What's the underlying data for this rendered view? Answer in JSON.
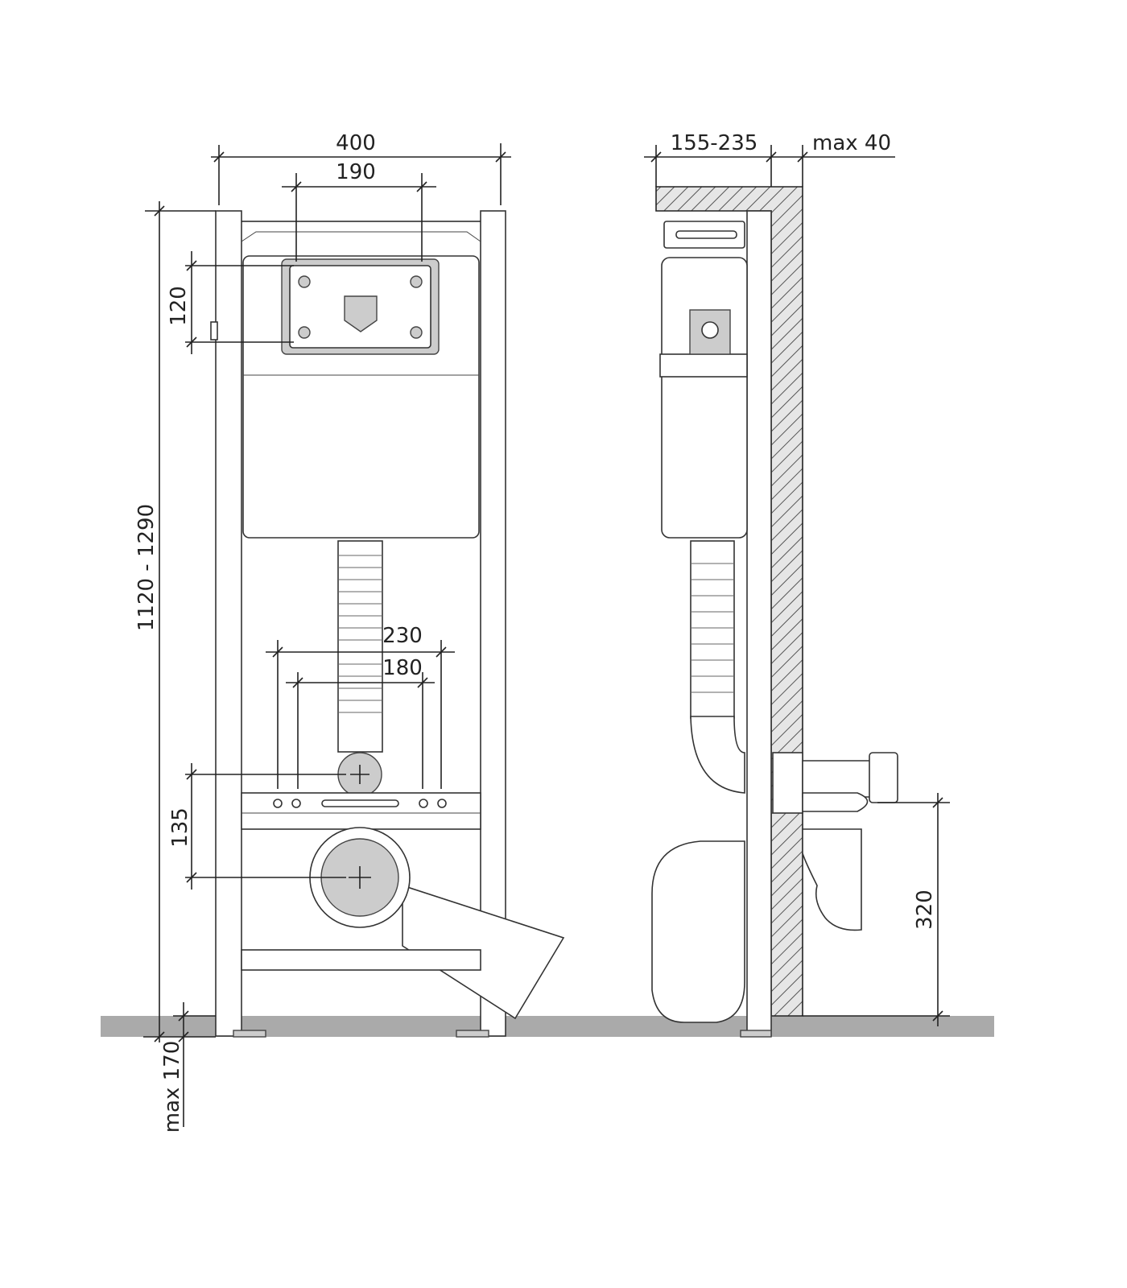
{
  "drawing": {
    "front_view": {
      "width_total": "400",
      "flush_plate_width": "190",
      "flush_plate_height": "120",
      "total_height": "1120 - 1290",
      "bolt_spacing_outer": "230",
      "bolt_spacing_inner": "180",
      "inlet_to_outlet": "135",
      "leg_extension": "max 170"
    },
    "side_view": {
      "depth": "155-235",
      "wall_finish": "max 40",
      "outlet_height": "320"
    },
    "colors": {
      "floor": "#aaaaaa",
      "line": "#222222",
      "hatch": "#555555"
    }
  }
}
